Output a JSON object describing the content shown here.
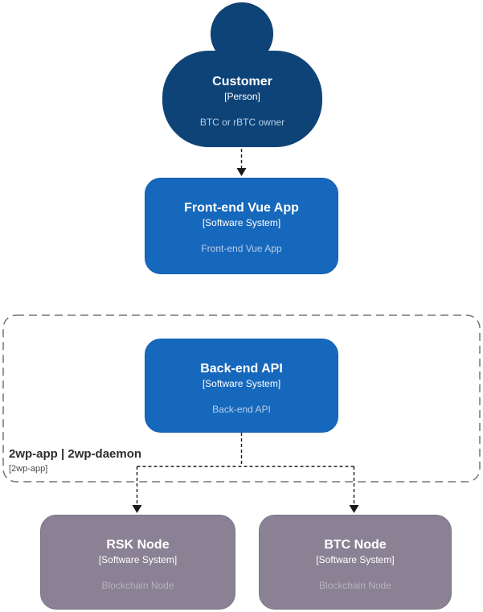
{
  "diagram": {
    "nodes": {
      "customer": {
        "title": "Customer",
        "type": "[Person]",
        "description": "BTC or rBTC owner"
      },
      "frontend": {
        "title": "Front-end Vue App",
        "type": "[Software System]",
        "description": "Front-end Vue App"
      },
      "backend": {
        "title": "Back-end API",
        "type": "[Software System]",
        "description": "Back-end API"
      },
      "rsk": {
        "title": "RSK Node",
        "type": "[Software System]",
        "description": "Blockchain Node"
      },
      "btc": {
        "title": "BTC Node",
        "type": "[Software System]",
        "description": "Blockchain Node"
      }
    },
    "boundary": {
      "label": "2wp-app | 2wp-daemon",
      "sublabel": "[2wp-app]"
    },
    "colors": {
      "person_fill": "#0d4377",
      "system_fill": "#1668bd",
      "external_fill": "#8a8294",
      "connector": "#1a1a1a",
      "boundary_border": "#757575",
      "description_on_blue": "#b8cfe6",
      "description_on_gray": "#b6b1c0"
    }
  }
}
